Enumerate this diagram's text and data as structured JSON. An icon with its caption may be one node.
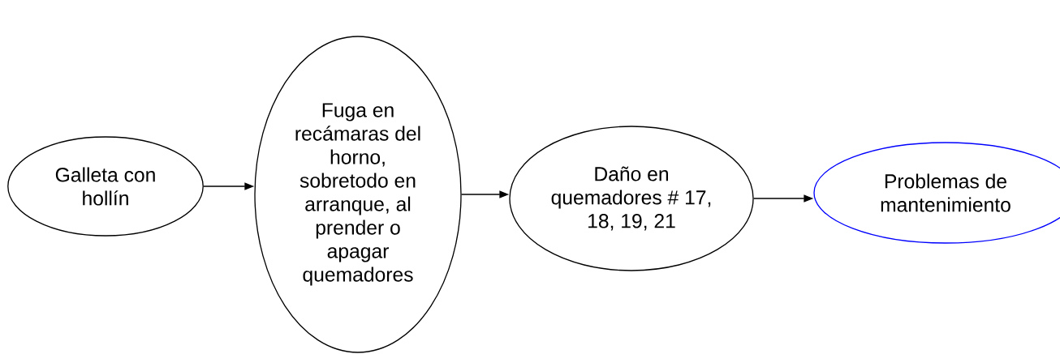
{
  "diagram": {
    "nodes": [
      {
        "text": [
          "Galleta con hollín"
        ]
      },
      {
        "text": [
          "Fuga en recámaras del horno, sobretodo en arranque, al prender o apagar quemadores"
        ]
      },
      {
        "text": [
          "Daño en quemadores # 17, 18, 19, 21"
        ]
      },
      {
        "text": [
          "Problemas de mantenimiento"
        ]
      }
    ],
    "edges": [
      {
        "from": 0,
        "to": 1,
        "arrow": "to"
      },
      {
        "from": 1,
        "to": 2,
        "arrow": "to"
      },
      {
        "from": 2,
        "to": 3,
        "arrow": "to"
      }
    ]
  }
}
